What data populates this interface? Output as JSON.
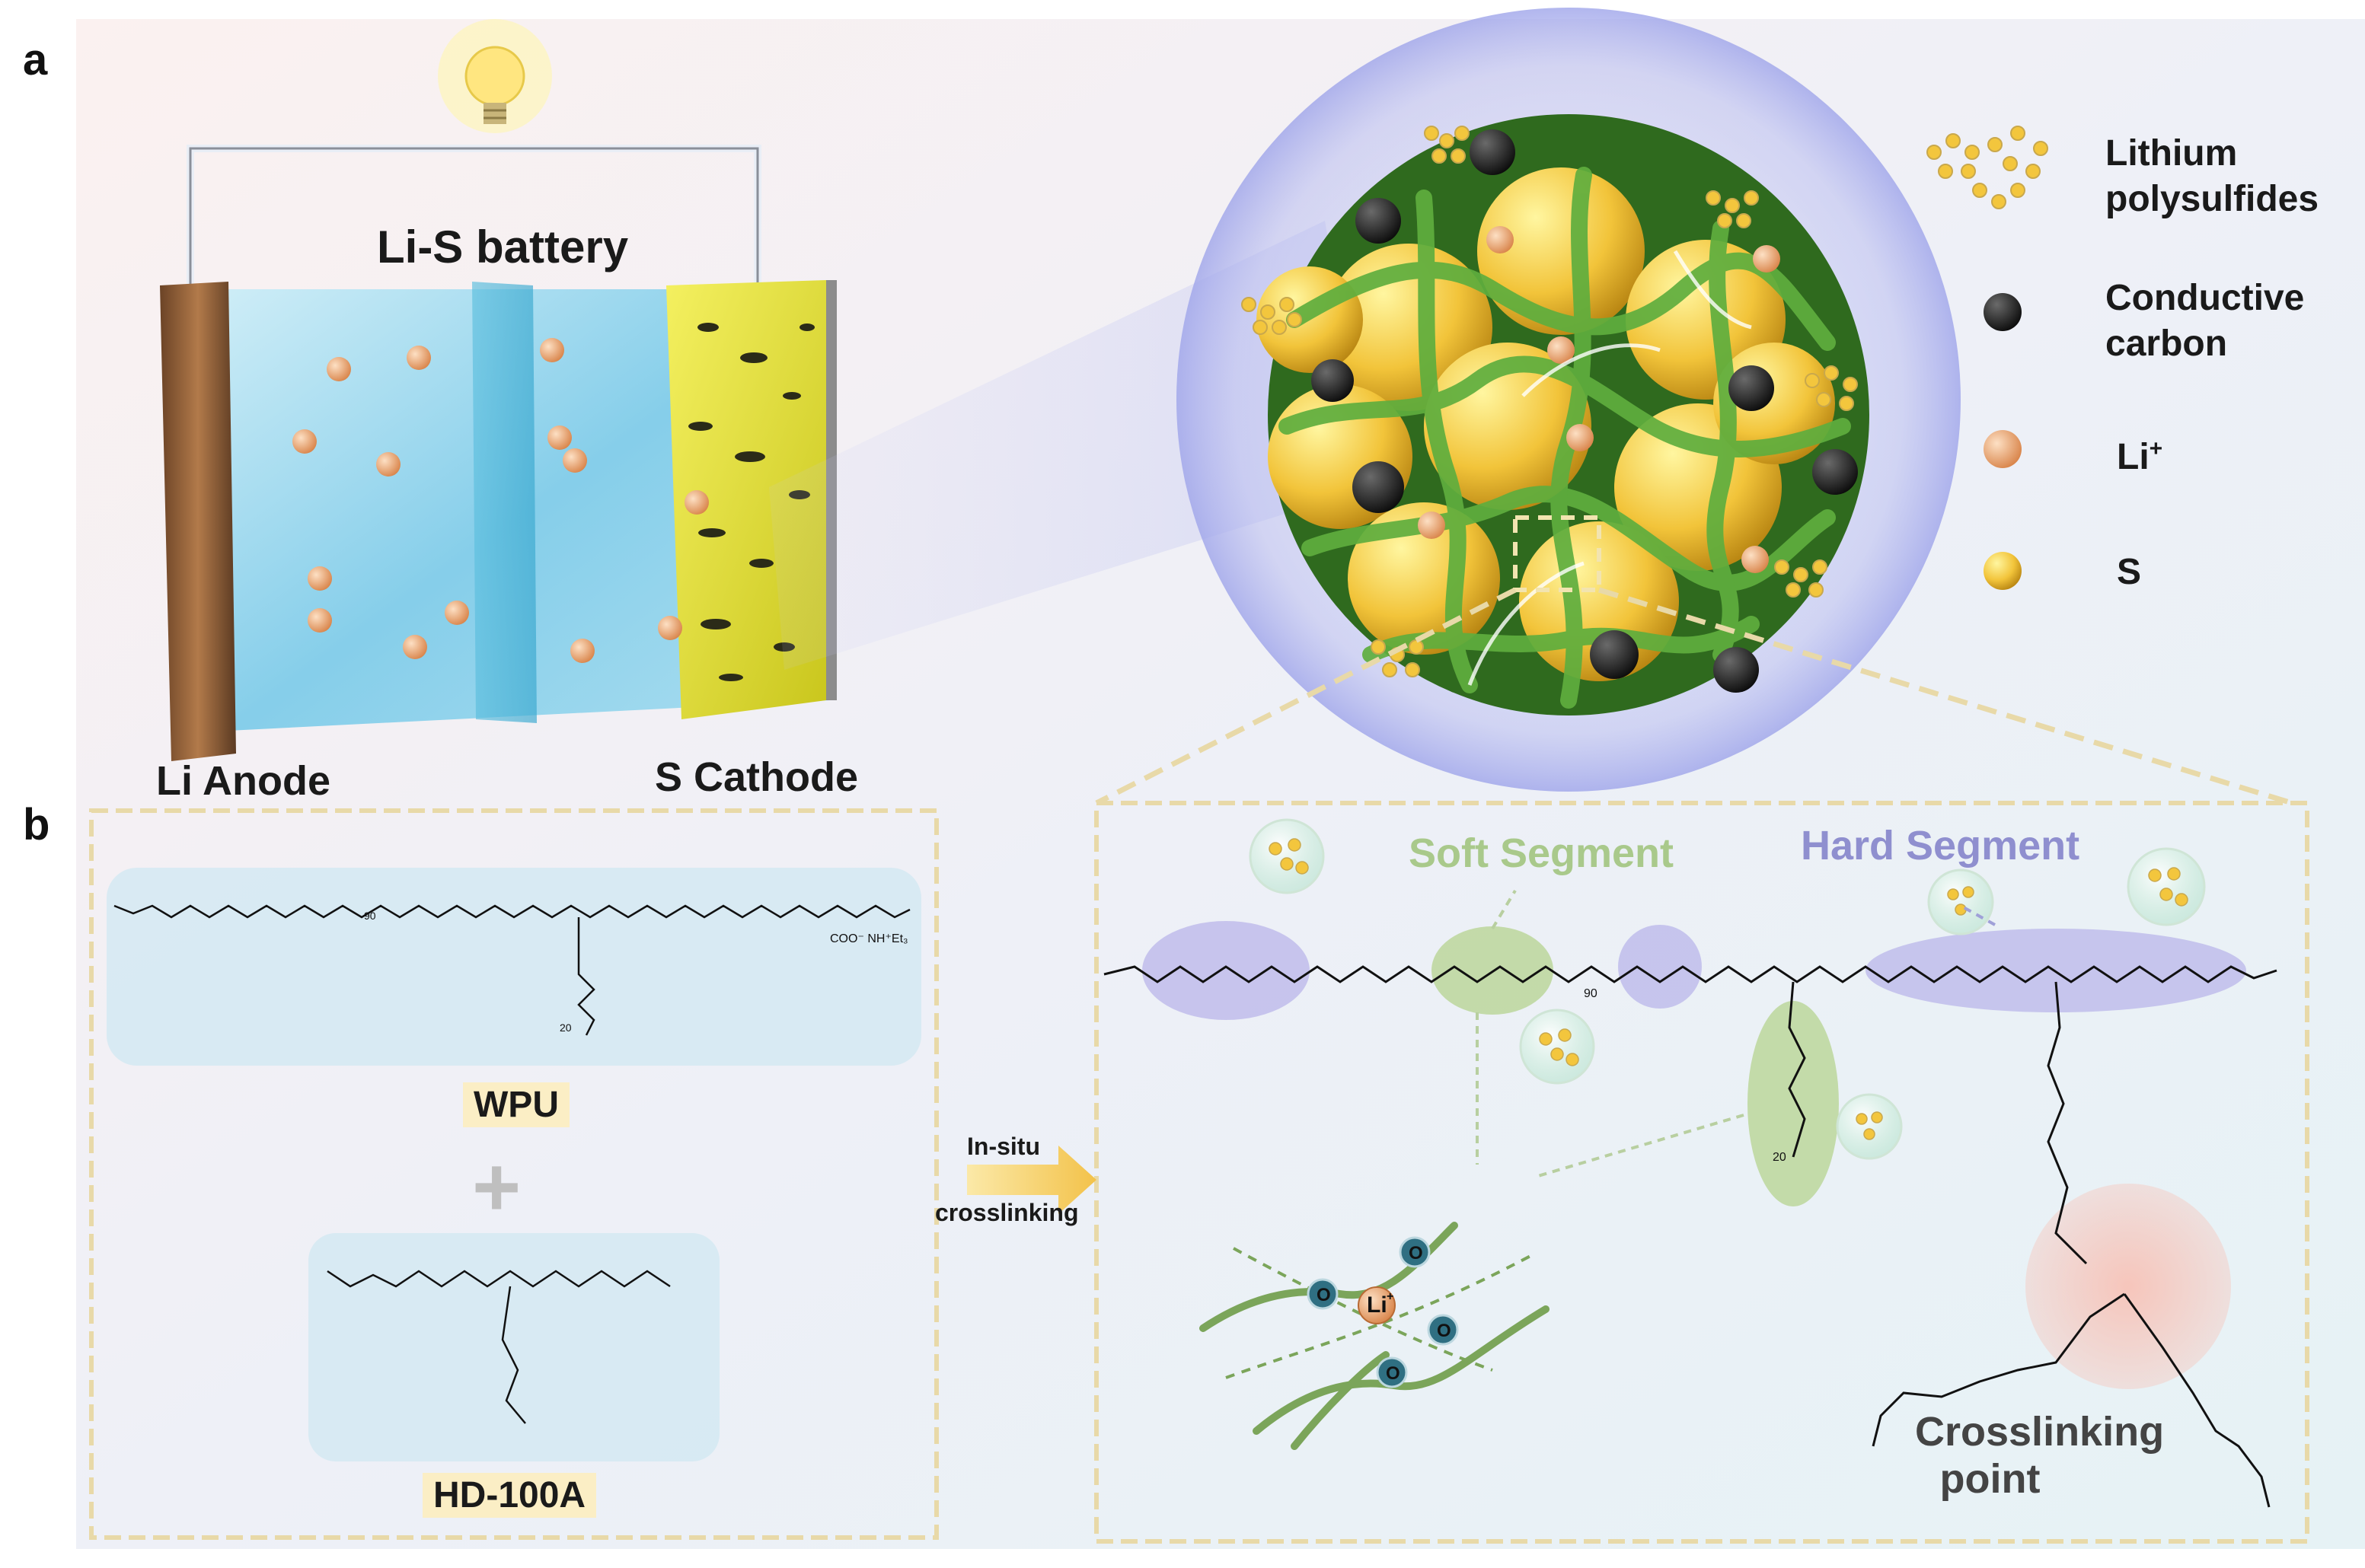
{
  "panels": {
    "a": "a",
    "b": "b"
  },
  "battery": {
    "title": "Li-S battery",
    "anode_label": "Li Anode",
    "cathode_label": "S Cathode"
  },
  "legend": {
    "items": [
      {
        "label_line1": "Lithium",
        "label_line2": "polysulfides"
      },
      {
        "label_line1": "Conductive",
        "label_line2": "carbon"
      },
      {
        "label_line1": "Li",
        "sup": "+"
      },
      {
        "label_line1": "S"
      }
    ]
  },
  "panel_b": {
    "wpu_label": "WPU",
    "plus": "+",
    "crosslinker_label": "HD-100A",
    "arrow_top": "In-situ",
    "arrow_bottom": "crosslinking",
    "soft_segment": "Soft Segment",
    "hard_segment": "Hard Segment",
    "crosslink_line1": "Crosslinking",
    "crosslink_line2": "point",
    "li_label": "Li",
    "li_sup": "+",
    "oxygen": "O",
    "repeat_90": "90",
    "repeat_20": "20",
    "salt": "COO⁻ NH⁺Et₃"
  },
  "colors": {
    "soft_segment": "#8fb86a",
    "hard_segment": "#7d7cc4",
    "sulfur": "#f2c43a",
    "carbon": "#1c1c1c",
    "li_ion": "#e8a26b",
    "binder": "#5a9b3c",
    "box_border": "#e8d9a8"
  }
}
